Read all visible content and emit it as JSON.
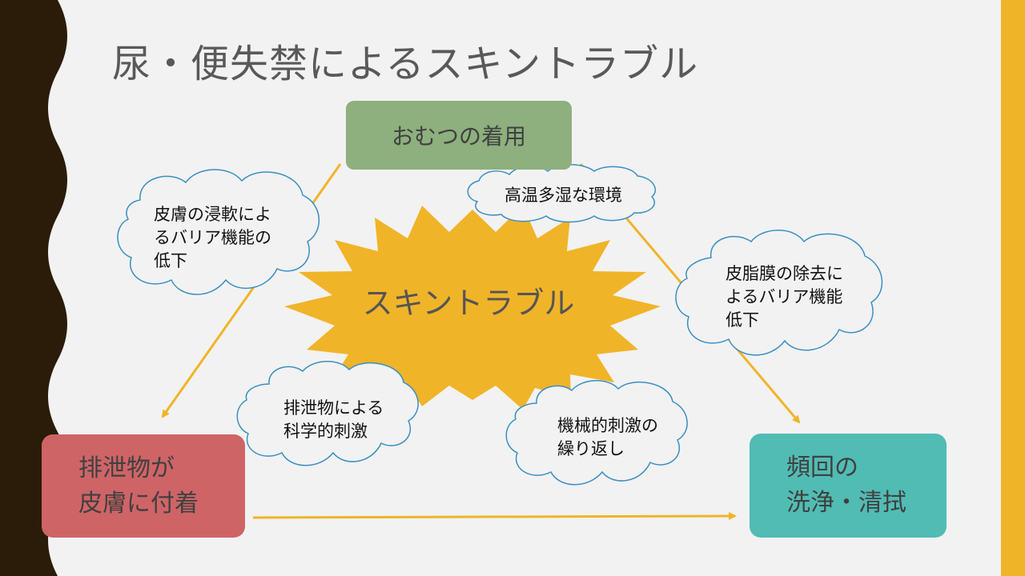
{
  "slide": {
    "title": "尿・便失禁によるスキントラブル",
    "center_label": "スキントラブル",
    "boxes": {
      "diaper": "おむつの着用",
      "excrement": [
        "排泄物が",
        "皮膚に付着"
      ],
      "washing": [
        "頻回の",
        "洗浄・清拭"
      ]
    },
    "clouds": {
      "maceration": [
        "皮膚の浸軟によ",
        "るバリア機能の",
        "低下"
      ],
      "humidity": [
        "高温多湿な環境"
      ],
      "sebum": [
        "皮脂膜の除去に",
        "よるバリア機能",
        "低下"
      ],
      "chemical": [
        "排泄物による",
        "科学的刺激"
      ],
      "mechanical": [
        "機械的刺激の",
        "繰り返し"
      ]
    }
  },
  "colors": {
    "background": "#f2f2f2",
    "left_band": "#2a1c08",
    "right_band": "#f0b429",
    "arrow": "#f0b429",
    "starburst": "#f0b429",
    "cloud_outline": "#3b8fc2",
    "box_diaper": "#8db07e",
    "box_excrement": "#cf6467",
    "box_washing": "#51bcb4"
  },
  "icons": {
    "center": "starburst-shape",
    "bubbles": "cloud-callout-shape",
    "connectors": "arrow-right"
  }
}
